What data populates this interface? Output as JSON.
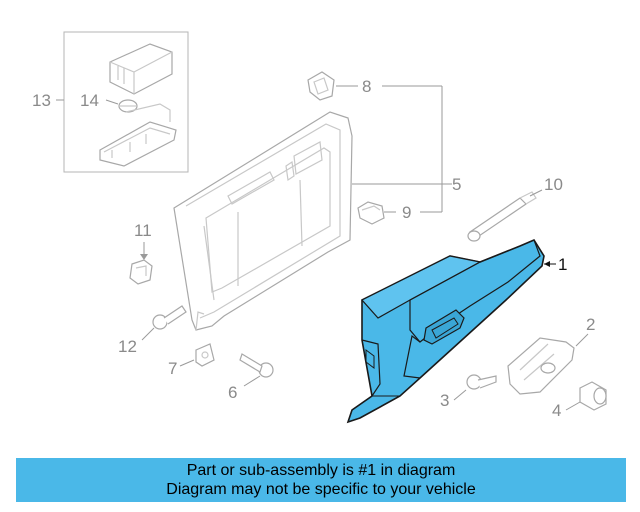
{
  "callouts": {
    "c1": "1",
    "c2": "2",
    "c3": "3",
    "c4": "4",
    "c5": "5",
    "c6": "6",
    "c7": "7",
    "c8": "8",
    "c9": "9",
    "c10": "10",
    "c11": "11",
    "c12": "12",
    "c13": "13",
    "c14": "14"
  },
  "banner": {
    "line1": "Part or sub-assembly is #1 in diagram",
    "line2": "Diagram may not be specific to your vehicle"
  },
  "colors": {
    "highlight": "#4ab8e8",
    "banner": "#4ab8e8",
    "outline": "#1a1a1a",
    "ghost": "#a8a8a8"
  }
}
